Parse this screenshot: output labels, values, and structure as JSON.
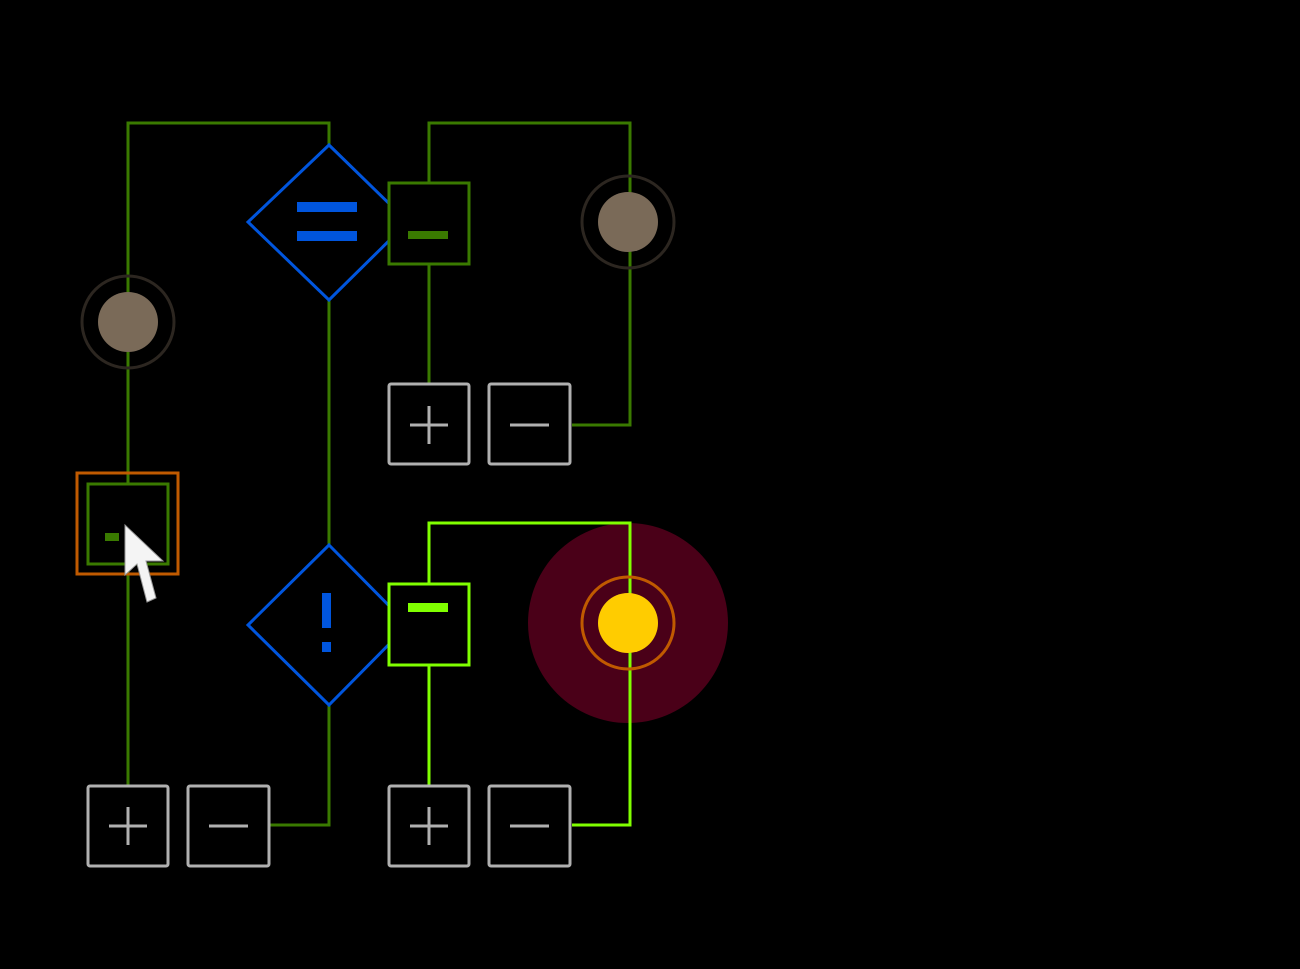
{
  "game": {
    "board": {
      "gates": [
        {
          "type": "equals",
          "icon": "equals-icon",
          "state": "inactive"
        },
        {
          "type": "not",
          "icon": "exclamation-icon",
          "state": "inactive"
        }
      ],
      "switches": [
        {
          "icon": "minus-icon",
          "state": "off",
          "selected": true
        },
        {
          "icon": "minus-icon",
          "state": "off"
        },
        {
          "icon": "minus-icon",
          "state": "on"
        }
      ],
      "bulbs": [
        {
          "state": "off"
        },
        {
          "state": "off"
        },
        {
          "state": "on",
          "highlighted": true
        }
      ],
      "terminals": [
        {
          "icon": "plus-icon"
        },
        {
          "icon": "minus-icon"
        },
        {
          "icon": "plus-icon"
        },
        {
          "icon": "minus-icon"
        },
        {
          "icon": "plus-icon"
        },
        {
          "icon": "minus-icon"
        }
      ]
    },
    "colors": {
      "background": "#000000",
      "wire_off": "#3a7a00",
      "wire_on": "#80ff00",
      "gate": "#0055dd",
      "terminal": "#b0b0b0",
      "bulb_off": "#7a6a58",
      "bulb_on": "#ffcc00",
      "selection": "#c05a00",
      "highlight": "#4a0018"
    }
  }
}
